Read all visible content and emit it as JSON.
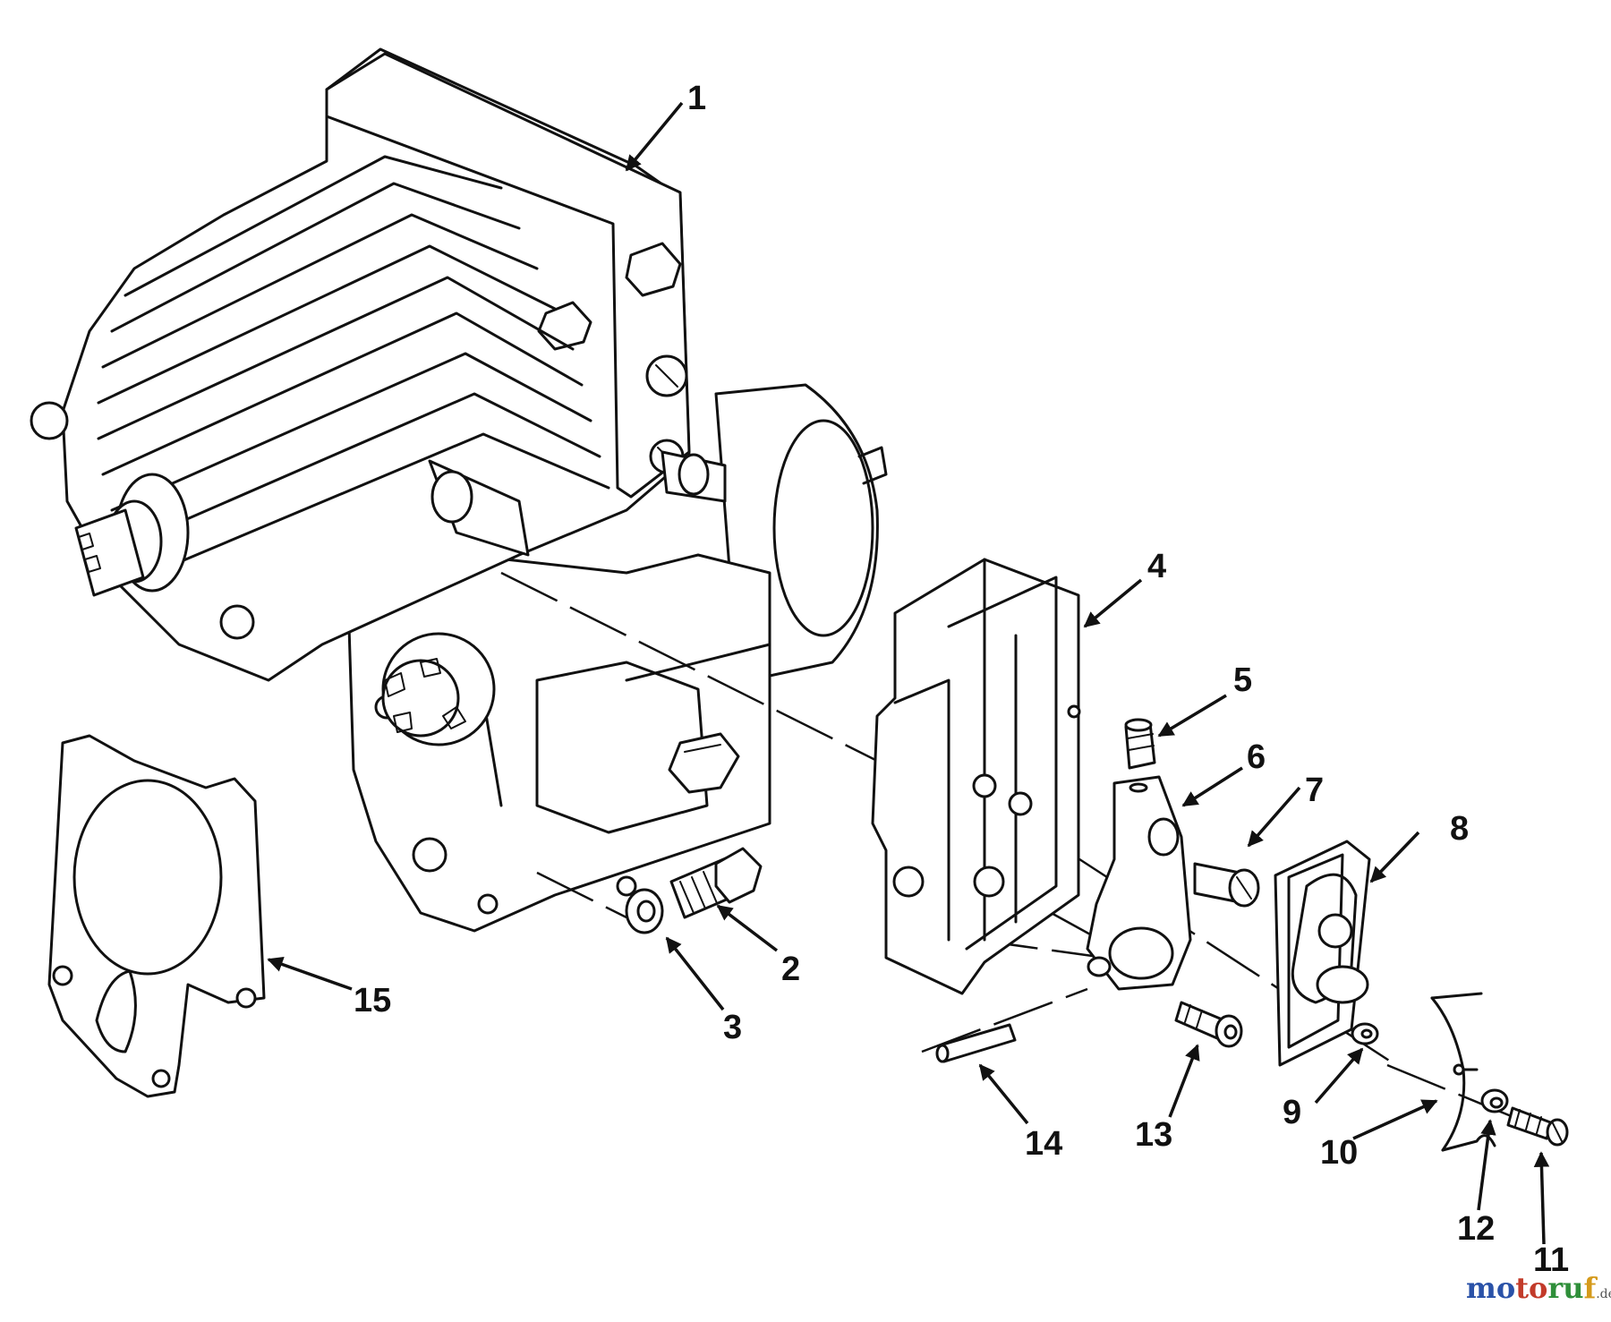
{
  "diagram": {
    "callouts": [
      {
        "id": "1",
        "label": "1"
      },
      {
        "id": "2",
        "label": "2"
      },
      {
        "id": "3",
        "label": "3"
      },
      {
        "id": "4",
        "label": "4"
      },
      {
        "id": "5",
        "label": "5"
      },
      {
        "id": "6",
        "label": "6"
      },
      {
        "id": "7",
        "label": "7"
      },
      {
        "id": "8",
        "label": "8"
      },
      {
        "id": "9",
        "label": "9"
      },
      {
        "id": "10",
        "label": "10"
      },
      {
        "id": "11",
        "label": "11"
      },
      {
        "id": "12",
        "label": "12"
      },
      {
        "id": "13",
        "label": "13"
      },
      {
        "id": "14",
        "label": "14"
      },
      {
        "id": "15",
        "label": "15"
      }
    ]
  },
  "watermark": {
    "part1": "mo",
    "part2": "to",
    "part3": "ru",
    "part4": "f",
    "suffix": ".de"
  }
}
